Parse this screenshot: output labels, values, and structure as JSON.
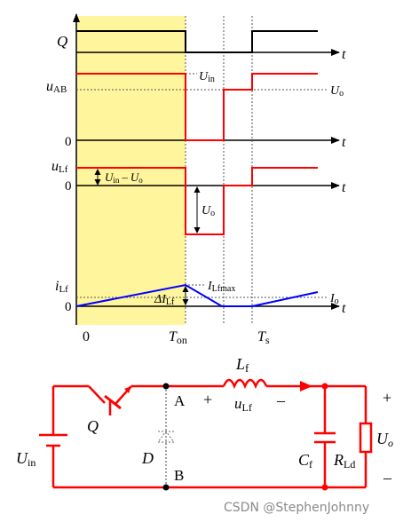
{
  "waveforms": {
    "q_label": "Q",
    "uab_label_main": "u",
    "uab_label_sub": "AB",
    "ulf_label_main": "u",
    "ulf_label_sub": "Lf",
    "ilf_label_main": "i",
    "ilf_label_sub": "Lf",
    "t_axis": "t",
    "zero": "0",
    "uin_main": "U",
    "uin_sub": "in",
    "uo_main": "U",
    "uo_sub": "o",
    "diff_a_main": "U",
    "diff_a_sub": "in",
    "diff_minus": "–",
    "diff_b_main": "U",
    "diff_b_sub": "o",
    "uo2_main": "U",
    "uo2_sub": "o",
    "ilfmax_main": "I",
    "ilfmax_sub": "Lfmax",
    "delta_main": "ΔI",
    "delta_sub": "Lf",
    "io_main": "I",
    "io_sub": "o",
    "origin_label": "0",
    "ton_main": "T",
    "ton_sub": "on",
    "ts_main": "T",
    "ts_sub": "s"
  },
  "circuit": {
    "lf_main": "L",
    "lf_sub": "f",
    "node_a": "A",
    "plus": "+",
    "minus": "–",
    "ulf_main": "u",
    "ulf_sub": "Lf",
    "q_label": "Q",
    "d_label": "D",
    "node_b": "B",
    "uin_main": "U",
    "uin_sub": "in",
    "cf_main": "C",
    "cf_sub": "f",
    "rld_main": "R",
    "rld_sub": "Ld",
    "uo_main": "U",
    "uo_sub": "o",
    "out_plus": "+",
    "out_minus": "–"
  },
  "watermark": "CSDN @StephenJohnny",
  "colors": {
    "highlight": "#fff59c",
    "red": "#ff0000",
    "blue": "#0000ff",
    "black": "#000000"
  }
}
